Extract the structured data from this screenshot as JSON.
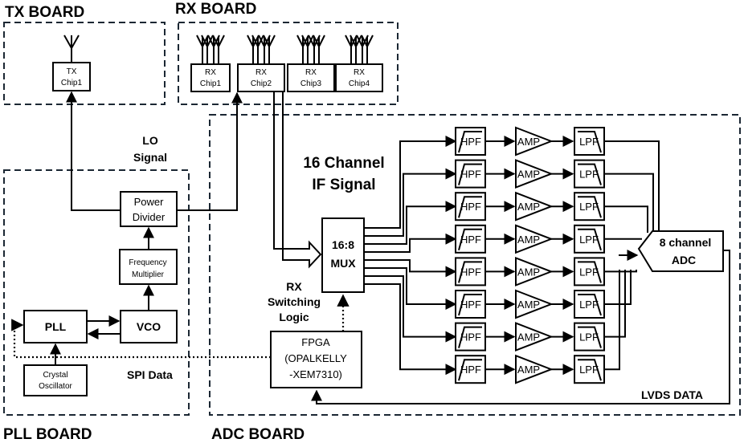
{
  "boards": {
    "tx": "TX BOARD",
    "rx": "RX BOARD",
    "pll": "PLL BOARD",
    "adc": "ADC BOARD"
  },
  "tx_chip": {
    "line1": "TX",
    "line2": "Chip1"
  },
  "rx_chips": [
    {
      "line1": "RX",
      "line2": "Chip1"
    },
    {
      "line1": "RX",
      "line2": "Chip2"
    },
    {
      "line1": "RX",
      "line2": "Chip3"
    },
    {
      "line1": "RX",
      "line2": "Chip4"
    }
  ],
  "labels": {
    "lo_line1": "LO",
    "lo_line2": "Signal",
    "if_line1": "16 Channel",
    "if_line2": "IF Signal",
    "rx_switch_line1": "RX",
    "rx_switch_line2": "Switching",
    "rx_switch_line3": "Logic",
    "spi": "SPI Data",
    "lvds": "LVDS DATA"
  },
  "blocks": {
    "power_divider_line1": "Power",
    "power_divider_line2": "Divider",
    "freq_mult_line1": "Frequency",
    "freq_mult_line2": "Multiplier",
    "pll": "PLL",
    "vco": "VCO",
    "crystal_line1": "Crystal",
    "crystal_line2": "Oscillator",
    "mux_line1": "16:8",
    "mux_line2": "MUX",
    "fpga_line1": "FPGA",
    "fpga_line2": "(OPALKELLY",
    "fpga_line3": "-XEM7310)",
    "adc_line1": "8 channel",
    "adc_line2": "ADC"
  },
  "chain": {
    "hpf": "HPF",
    "amp": "AMP",
    "lpf": "LPF",
    "rows": 8
  }
}
